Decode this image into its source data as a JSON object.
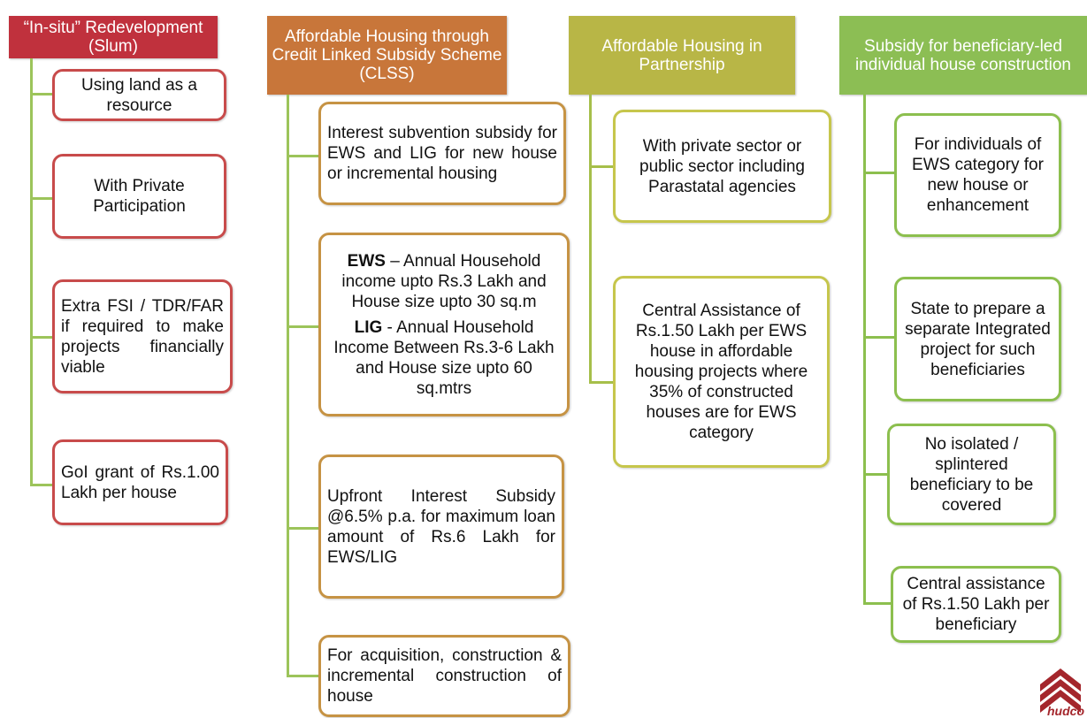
{
  "columns": [
    {
      "header": "“In-situ” Redevelopment (Slum)",
      "items": [
        "Using land as a resource",
        "With Private Participation",
        "Extra FSI / TDR/FAR if required to make projects financially viable",
        "GoI grant of Rs.1.00 Lakh per house"
      ]
    },
    {
      "header": "Affordable Housing through Credit Linked Subsidy Scheme (CLSS)",
      "items": [
        "Interest subvention subsidy for EWS and LIG for new house or incremental housing",
        {
          "ews_label": "EWS",
          "ews_text": " – Annual Household income upto Rs.3 Lakh and House size upto 30 sq.m",
          "lig_label": "LIG",
          "lig_text": " - Annual Household Income Between Rs.3-6 Lakh and House size upto 60 sq.mtrs"
        },
        "Upfront Interest Subsidy @6.5% p.a. for maximum loan amount of Rs.6 Lakh for EWS/LIG",
        "For acquisition, construction & incremental construction of house"
      ]
    },
    {
      "header": "Affordable Housing in Partnership",
      "items": [
        "With private sector or public sector including Parastatal agencies",
        "Central Assistance of Rs.1.50 Lakh per EWS house in affordable housing projects where 35% of constructed houses are for EWS category"
      ]
    },
    {
      "header": "Subsidy for beneficiary-led individual house construction",
      "items": [
        "For individuals of EWS category for new house or enhancement",
        "State to prepare a separate Integrated project for such beneficiaries",
        "No isolated / splintered beneficiary to be covered",
        "Central assistance of Rs.1.50 Lakh per beneficiary"
      ]
    }
  ],
  "logo": {
    "text": "hudco",
    "icon": "hudco-logo-icon"
  }
}
